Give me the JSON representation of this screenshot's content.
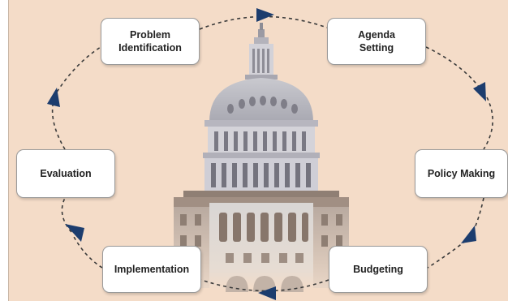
{
  "diagram": {
    "background_color": "#f4dcc8",
    "arrow_color": "#1c3d6e",
    "building_icon": "capitol-building-icon",
    "stages": [
      {
        "id": "problem",
        "label": "Problem\nIdentification"
      },
      {
        "id": "agenda",
        "label": "Agenda\nSetting"
      },
      {
        "id": "policy",
        "label": "Policy Making"
      },
      {
        "id": "budget",
        "label": "Budgeting"
      },
      {
        "id": "impl",
        "label": "Implementation"
      },
      {
        "id": "eval",
        "label": "Evaluation"
      }
    ]
  }
}
